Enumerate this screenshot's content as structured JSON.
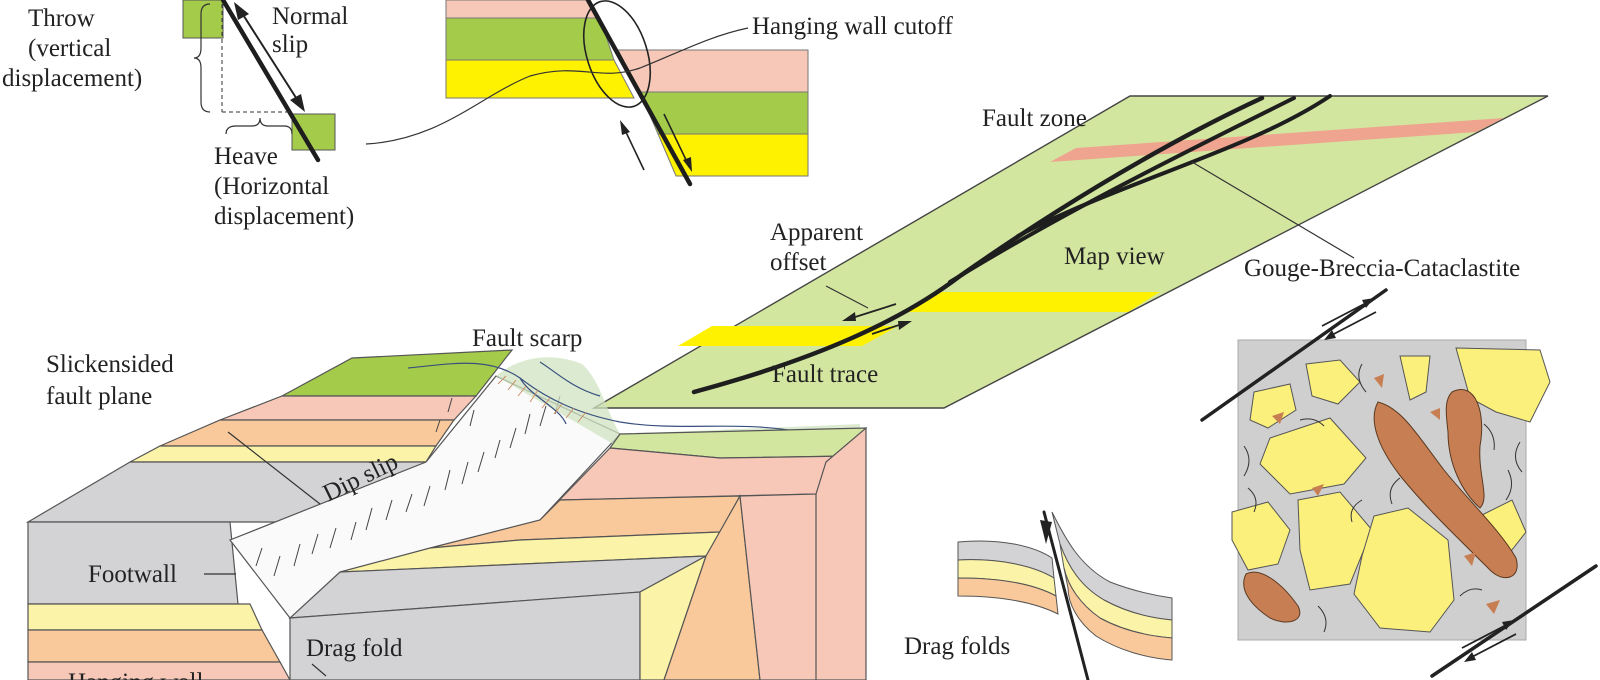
{
  "colors": {
    "green": "#a4cc4a",
    "light_green": "#d3e6a0",
    "pink": "#f7c8b8",
    "salmon": "#eea48e",
    "yellow": "#fff200",
    "pale_yellow": "#fbf3a8",
    "orange": "#f9c99c",
    "gray": "#d3d3d5",
    "brown": "#c77e52",
    "breccia_yellow": "#fbf07c",
    "breccia_matrix": "#cfcfcf"
  },
  "labels": {
    "throw_1": "Throw",
    "throw_2": "(vertical",
    "throw_3": "displacement)",
    "normal_slip_1": "Normal",
    "normal_slip_2": "slip",
    "heave_1": "Heave",
    "heave_2": "(Horizontal",
    "heave_3": "displacement)",
    "hanging_wall_cutoff": "Hanging wall cutoff",
    "fault_zone": "Fault zone",
    "apparent_offset_1": "Apparent",
    "apparent_offset_2": "offset",
    "map_view": "Map view",
    "gouge": "Gouge-Breccia-Cataclastite",
    "fault_trace": "Fault trace",
    "fault_scarp": "Fault scarp",
    "slickensided_1": "Slickensided",
    "slickensided_2": "fault plane",
    "dip_slip": "Dip slip",
    "footwall": "Footwall",
    "drag_fold": "Drag fold",
    "hanging_wall": "Hanging wall",
    "drag_folds": "Drag folds"
  }
}
